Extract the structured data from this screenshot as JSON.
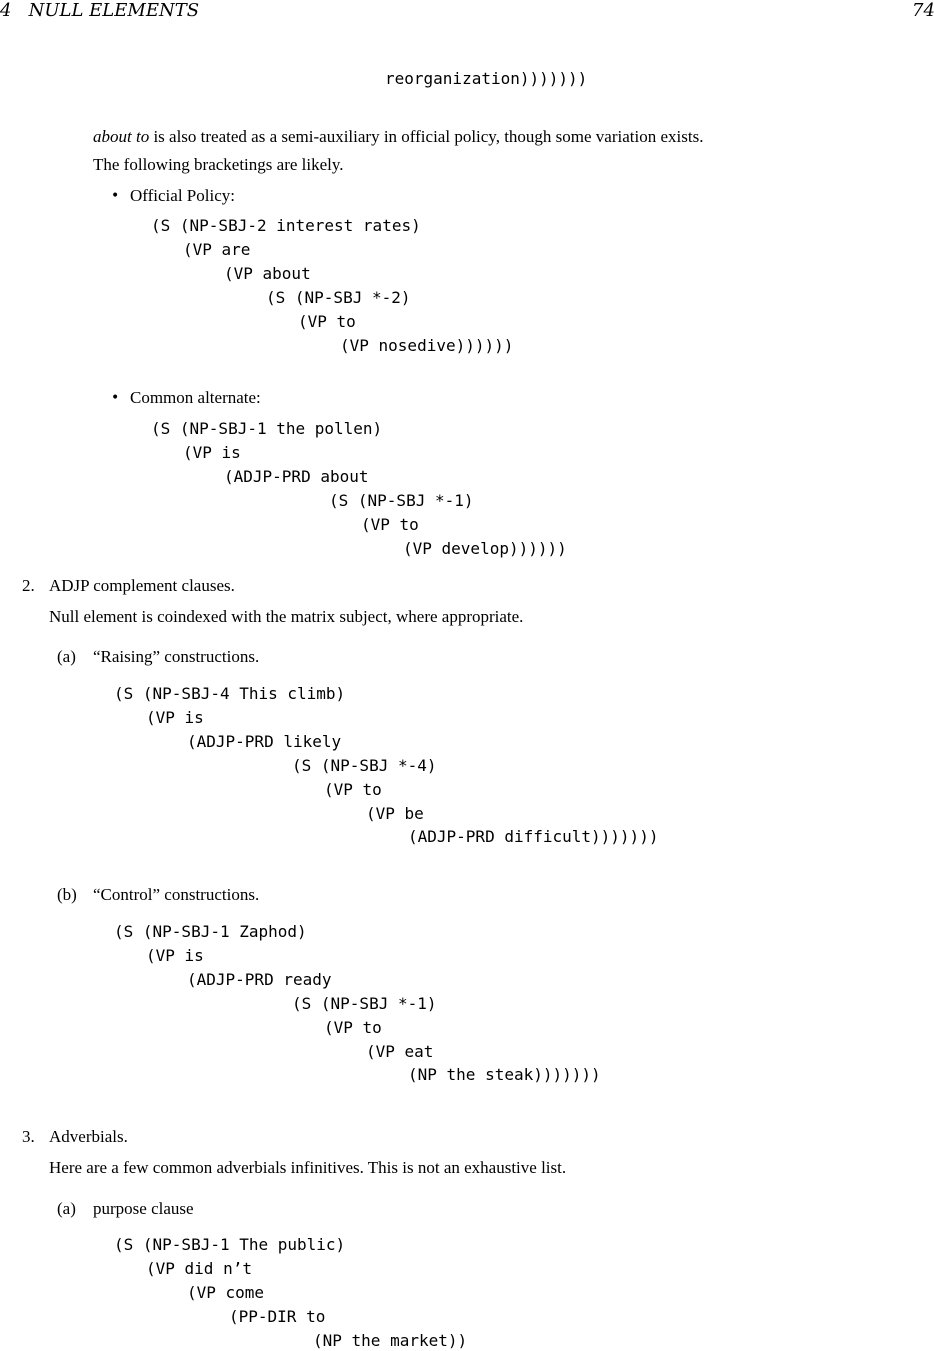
{
  "header": {
    "section": "4   NULL ELEMENTS",
    "page_number": "74"
  },
  "top_continuation": "reorganization)))))))",
  "about_to": {
    "italic_phrase": "about to",
    "sentence_rest": " is also treated as a semi-auxiliary in official policy, though some variation exists.",
    "line2": "The following bracketings are likely."
  },
  "official_policy": {
    "bullet": "•",
    "label": "Official Policy:",
    "code": [
      "(S (NP-SBJ-2 interest rates)",
      "(VP are",
      "(VP about",
      "(S (NP-SBJ *-2)",
      "(VP to",
      "(VP nosedive))))))"
    ]
  },
  "common_alternate": {
    "bullet": "•",
    "label": "Common alternate:",
    "code": [
      "(S (NP-SBJ-1 the pollen)",
      "(VP is",
      "(ADJP-PRD about",
      "(S (NP-SBJ *-1)",
      "(VP to",
      "(VP develop))))))"
    ]
  },
  "section2": {
    "number": "2.",
    "title": "ADJP complement clauses.",
    "description": "Null element is coindexed with the matrix subject, where appropriate.",
    "a": {
      "label": "(a)",
      "title": "“Raising” constructions.",
      "code": [
        "(S (NP-SBJ-4 This climb)",
        "(VP is",
        "(ADJP-PRD likely",
        "(S (NP-SBJ *-4)",
        "(VP to",
        "(VP be",
        "(ADJP-PRD difficult)))))))"
      ]
    },
    "b": {
      "label": "(b)",
      "title": "“Control” constructions.",
      "code": [
        "(S (NP-SBJ-1 Zaphod)",
        "(VP is",
        "(ADJP-PRD ready",
        "(S (NP-SBJ *-1)",
        "(VP to",
        "(VP eat",
        "(NP the steak)))))))"
      ]
    }
  },
  "section3": {
    "number": "3.",
    "title": "Adverbials.",
    "description": "Here are a few common adverbials infinitives. This is not an exhaustive list.",
    "a": {
      "label": "(a)",
      "title": "purpose clause",
      "code": [
        "(S (NP-SBJ-1 The public)",
        "(VP did n’t",
        "(VP come",
        "(PP-DIR to",
        "(NP the market))"
      ]
    }
  }
}
